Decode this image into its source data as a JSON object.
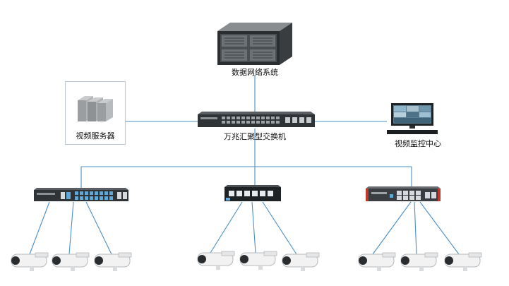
{
  "nodes": {
    "data_network_system": {
      "label": "数据网络系统"
    },
    "aggregation_switch": {
      "label": "万兆汇聚型交换机"
    },
    "video_server": {
      "label": "视频服务器"
    },
    "video_monitoring_center": {
      "label": "视频监控中心"
    }
  },
  "colors": {
    "link": "#4a8fc7",
    "device_dark": "#2f3336",
    "device_red": "#c0392b",
    "port": "#5fa8d8",
    "camera_body": "#f2f2f2"
  },
  "icons": {
    "server_rack": "rack-server-icon",
    "aggregation_switch": "aggregation-switch-icon",
    "video_server": "video-server-icon",
    "monitor": "monitor-icon",
    "access_switch": "access-switch-icon",
    "camera": "bullet-camera-icon"
  }
}
